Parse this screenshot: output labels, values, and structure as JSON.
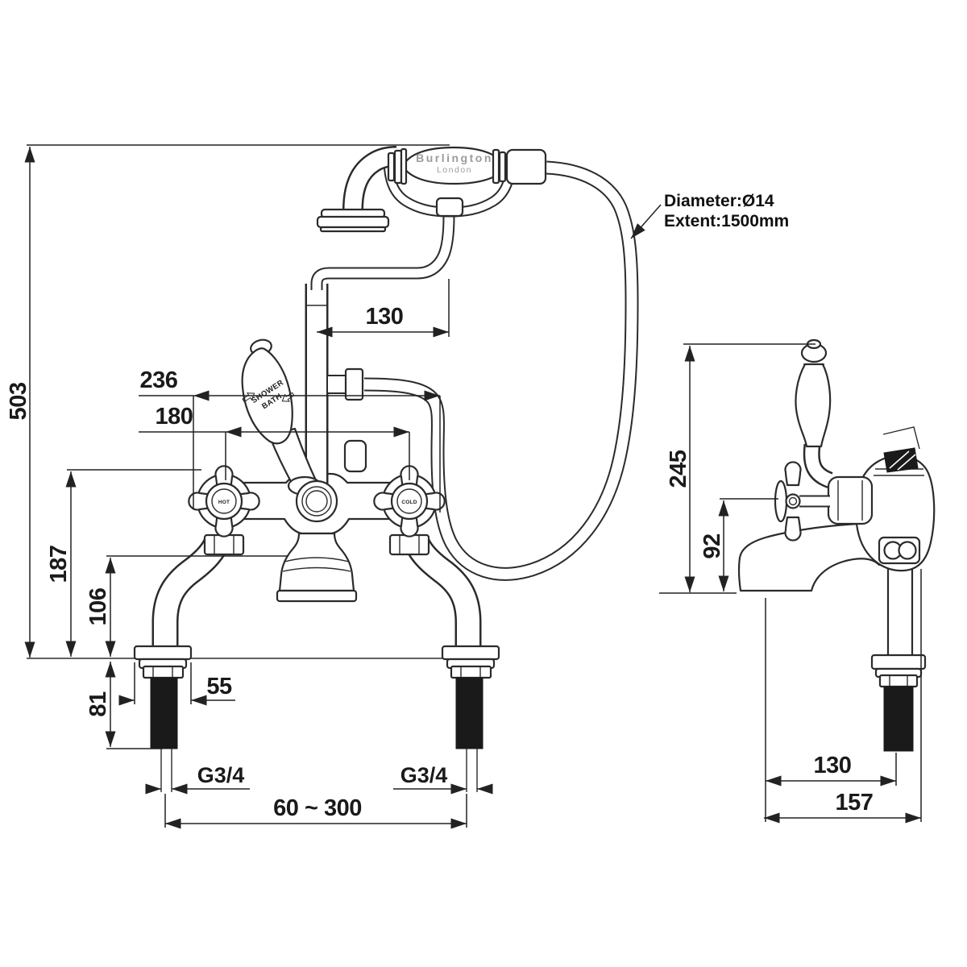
{
  "drawing": {
    "title": "Bath shower mixer dimensioned technical drawing",
    "brand": {
      "line1": "Burlington",
      "line2": "London"
    },
    "labels": {
      "hot": "HOT",
      "cold": "COLD",
      "lever_top": "SHOWER",
      "lever_bottom": "BATH"
    },
    "hose_note": {
      "diameter": "Diameter:Ø14",
      "extent": "Extent:1500mm"
    },
    "front_dims": {
      "overall_height": "503",
      "handset_offset": "130",
      "overall_width": "236",
      "handle_centres": "180",
      "body_height": "187",
      "spout_clearance": "106",
      "tail_length": "81",
      "flange_diameter": "55",
      "inlet_thread_left": "G3/4",
      "inlet_thread_right": "G3/4",
      "inlet_centres": "60 ~ 300"
    },
    "side_dims": {
      "overall_height": "245",
      "handle_height": "92",
      "tail_offset": "130",
      "overall_depth": "157"
    },
    "colors": {
      "line": "#2b2b2b",
      "dim_text": "#1a1a1a",
      "brand_text": "#9c9c9c",
      "black_fill": "#1a1a1a",
      "background": "#ffffff"
    }
  }
}
